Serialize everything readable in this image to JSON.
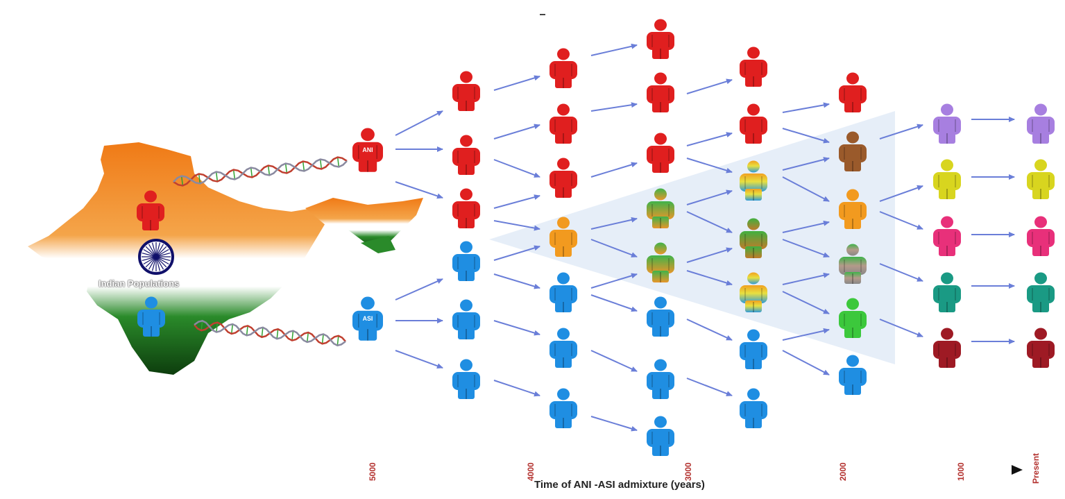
{
  "map": {
    "label": "Indian Populations",
    "ani_color": "#e31e1e",
    "asi_color": "#1d8ce0"
  },
  "ancestral": {
    "ani_label": "ANI",
    "asi_label": "ASI"
  },
  "axis": {
    "title": "Time  of ANI -ASI admixture (years)",
    "ticks": [
      "5000",
      "4000",
      "3000",
      "2000",
      "1000",
      "Present"
    ]
  },
  "colors": {
    "red": "#e01f1f",
    "blue": "#1f8ee2",
    "orange": "#f29a1f",
    "brown": "#9a5a2b",
    "green": "#3cc83c",
    "purple": "#a77fe0",
    "yellow": "#d8d51f",
    "pink": "#e8307a",
    "teal": "#1a9a84",
    "maroon": "#9e1a24",
    "arrow": "#6a7ed8"
  },
  "icons": [
    "person-icon",
    "dna-helix-icon",
    "ashoka-chakra-icon",
    "india-map-icon",
    "arrow-icon"
  ]
}
